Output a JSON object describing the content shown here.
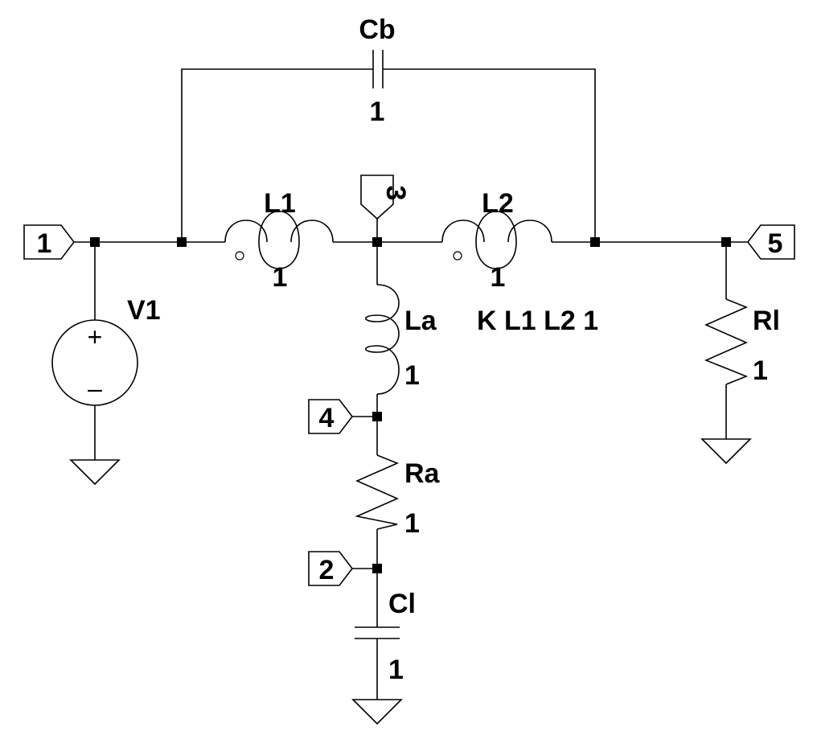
{
  "components": {
    "cb": {
      "name": "Cb",
      "value": "1"
    },
    "l1": {
      "name": "L1",
      "value": "1"
    },
    "l2": {
      "name": "L2",
      "value": "1"
    },
    "la": {
      "name": "La",
      "value": "1"
    },
    "ra": {
      "name": "Ra",
      "value": "1"
    },
    "cl": {
      "name": "Cl",
      "value": "1"
    },
    "rl": {
      "name": "Rl",
      "value": "1"
    },
    "v1": {
      "name": "V1"
    }
  },
  "coupling": "K L1 L2 1",
  "nodes": {
    "n1": "1",
    "n2": "2",
    "n3": "3",
    "n4": "4",
    "n5": "5"
  },
  "source_symbols": {
    "plus": "+",
    "minus": "–"
  }
}
